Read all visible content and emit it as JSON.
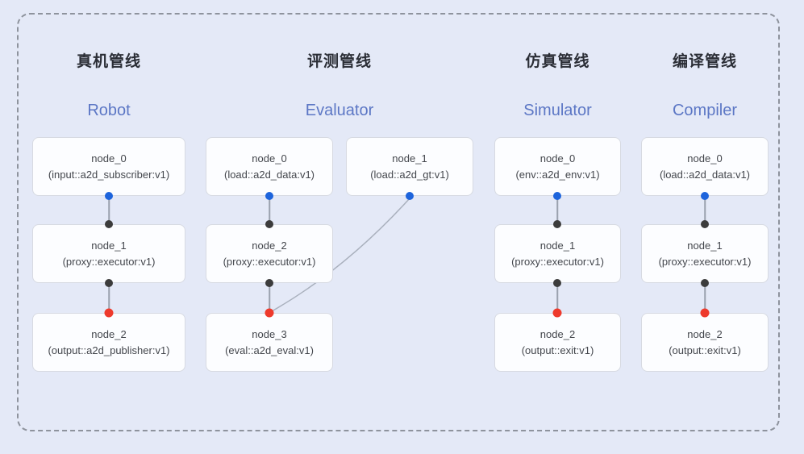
{
  "diagram": {
    "background_color": "#e4e9f7",
    "frame_border_color": "#8e939d",
    "port_colors": {
      "source_port": "#1d64dc",
      "input_port": "#3c3c3c",
      "eval_input_port": "#ee3a2c"
    }
  },
  "pipelines": [
    {
      "title_zh": "真机管线",
      "title_en": "Robot",
      "nodes": [
        {
          "id": "node_0",
          "impl": "(input::a2d_subscriber:v1)"
        },
        {
          "id": "node_1",
          "impl": "(proxy::executor:v1)"
        },
        {
          "id": "node_2",
          "impl": "(output::a2d_publisher:v1)"
        }
      ]
    },
    {
      "title_zh": "评测管线",
      "title_en": "Evaluator",
      "nodes": [
        {
          "id": "node_0",
          "impl": "(load::a2d_data:v1)"
        },
        {
          "id": "node_1",
          "impl": "(load::a2d_gt:v1)"
        },
        {
          "id": "node_2",
          "impl": "(proxy::executor:v1)"
        },
        {
          "id": "node_3",
          "impl": "(eval::a2d_eval:v1)"
        }
      ]
    },
    {
      "title_zh": "仿真管线",
      "title_en": "Simulator",
      "nodes": [
        {
          "id": "node_0",
          "impl": "(env::a2d_env:v1)"
        },
        {
          "id": "node_1",
          "impl": "(proxy::executor:v1)"
        },
        {
          "id": "node_2",
          "impl": "(output::exit:v1)"
        }
      ]
    },
    {
      "title_zh": "编译管线",
      "title_en": "Compiler",
      "nodes": [
        {
          "id": "node_0",
          "impl": "(load::a2d_data:v1)"
        },
        {
          "id": "node_1",
          "impl": "(proxy::executor:v1)"
        },
        {
          "id": "node_2",
          "impl": "(output::exit:v1)"
        }
      ]
    }
  ]
}
